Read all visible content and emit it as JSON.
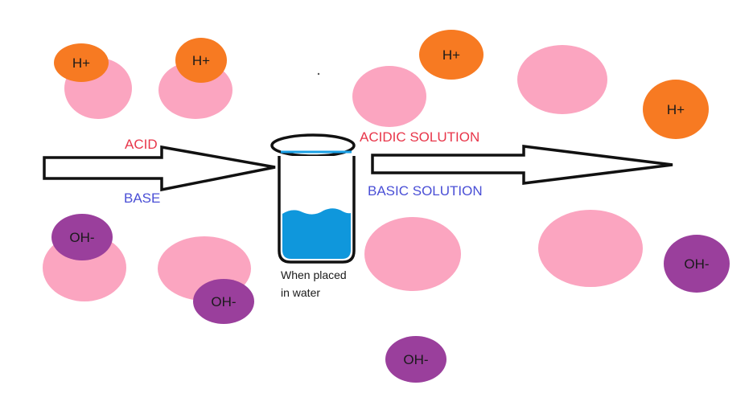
{
  "labels": {
    "acid": "ACID",
    "base": "BASE",
    "acidic_solution": "ACIDIC SOLUTION",
    "basic_solution": "BASIC SOLUTION",
    "caption_line1": "When placed",
    "caption_line2": "in water"
  },
  "ions": {
    "hydrogen": "H+",
    "hydroxide": "OH-"
  },
  "colors": {
    "pink_blob": "#fba5c0",
    "hydrogen_ion": "#f77a22",
    "hydroxide_ion": "#9a3f9c",
    "acid_text": "#e8364a",
    "base_text": "#4a4fd6",
    "water": "#0f97dc",
    "water_surface": "#1aa0e6",
    "outline": "#111111"
  }
}
